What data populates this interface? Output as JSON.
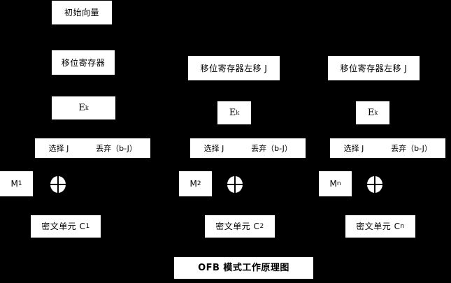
{
  "diagram": {
    "title": "OFB 模式工作原理图",
    "background_color": "#000000",
    "box_fill_color": "#ffffff",
    "text_color": "#000000",
    "initial_vector": "初始向量",
    "columns": [
      {
        "id": "col-1",
        "shift_register": "移位寄存器",
        "encrypt": "E",
        "encrypt_sub": "k",
        "select": "选择 J",
        "discard": "丢弃（b-J）",
        "message": "M",
        "message_sub": "1",
        "xor": "xor-symbol",
        "cipher": "密文单元 C",
        "cipher_sub": "1"
      },
      {
        "id": "col-2",
        "shift_register": "移位寄存器左移 J",
        "encrypt": "E",
        "encrypt_sub": "k",
        "select": "选择 J",
        "discard": "丢弃（b-J）",
        "message": "M",
        "message_sub": "2",
        "xor": "xor-symbol",
        "cipher": "密文单元 C",
        "cipher_sub": "2"
      },
      {
        "id": "col-3",
        "shift_register": "移位寄存器左移 J",
        "encrypt": "E",
        "encrypt_sub": "k",
        "select": "选择 J",
        "discard": "丢弃（b-J）",
        "message": "M",
        "message_sub": "n",
        "xor": "xor-symbol",
        "cipher": "密文单元 C",
        "cipher_sub": "n"
      }
    ]
  }
}
